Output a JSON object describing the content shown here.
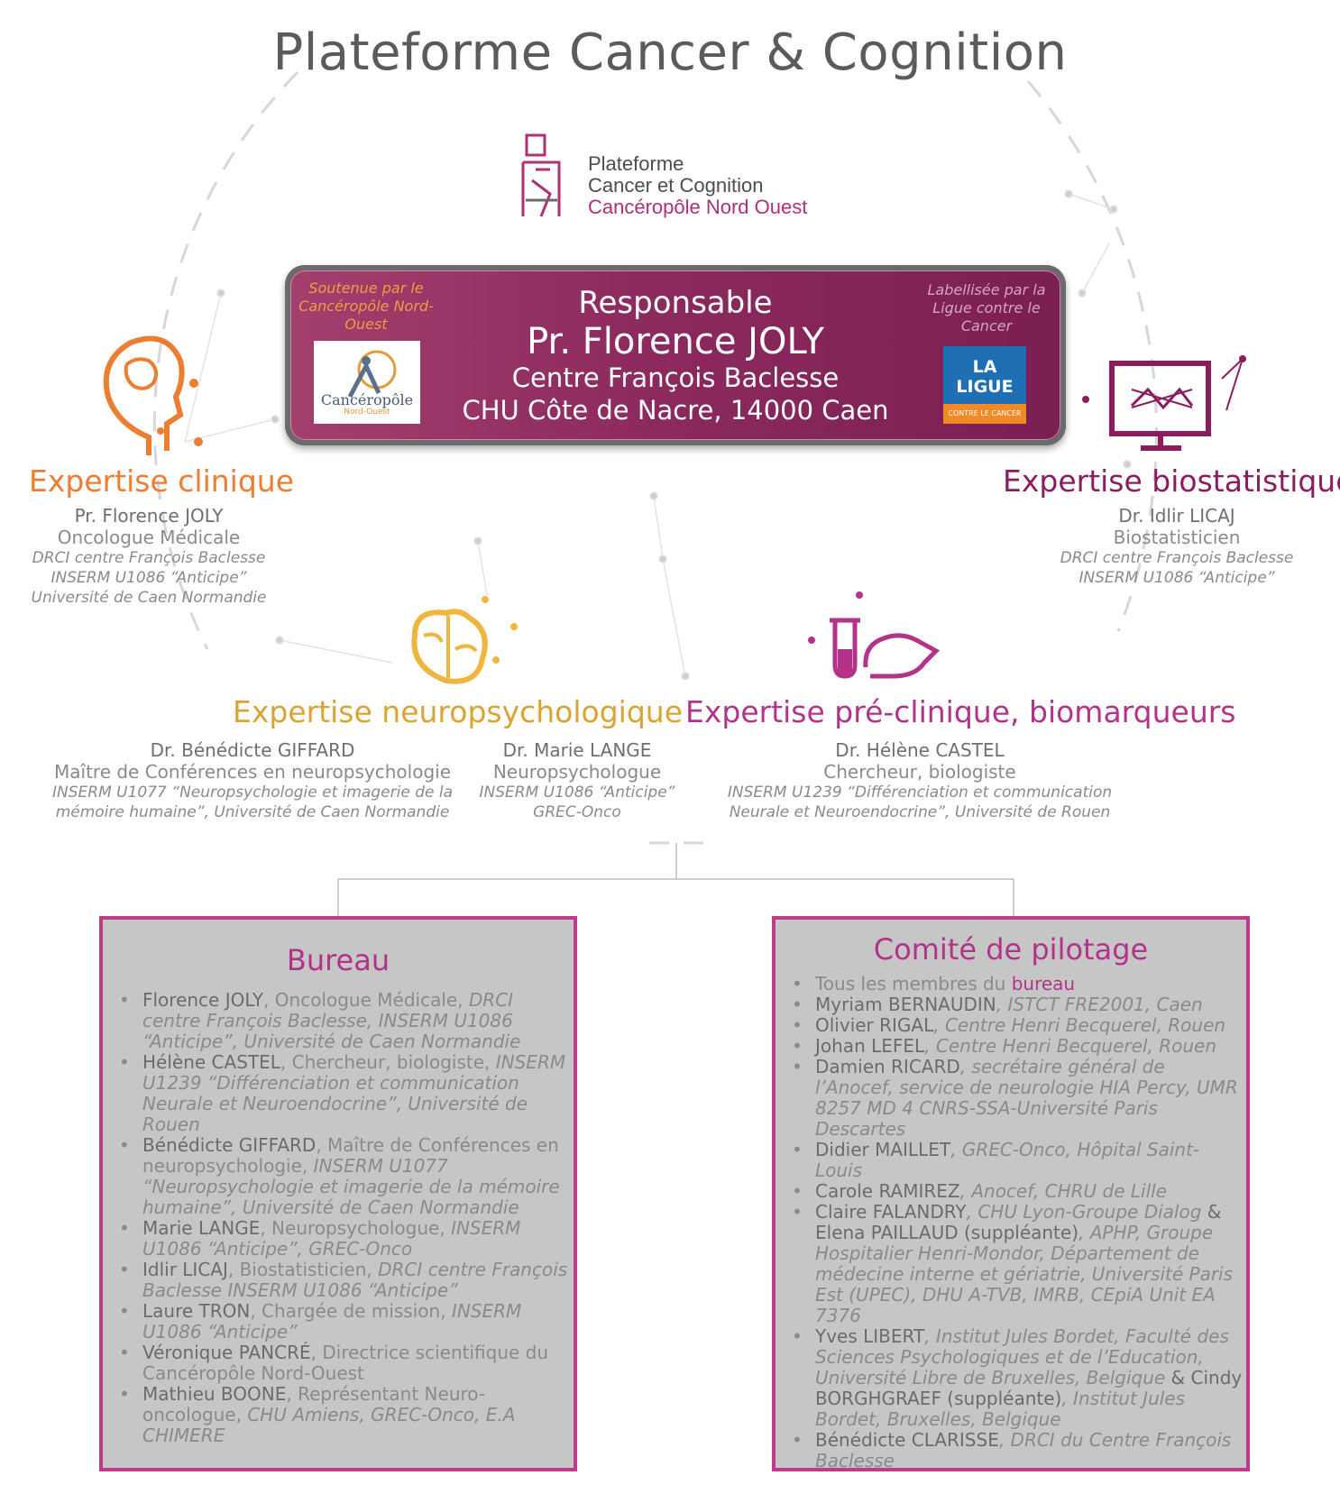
{
  "title": "Plateforme Cancer & Cognition",
  "logo": {
    "line1": "Plateforme",
    "line2": "Cancer et Cognition",
    "line3": "Cancéropôle Nord Ouest"
  },
  "responsable": {
    "heading": "Responsable",
    "name": "Pr.  Florence JOLY",
    "line1": "Centre François Baclesse",
    "line2": "CHU Côte de Nacre, 14000 Caen",
    "support_text": "Soutenue par le Cancéropôle Nord-Ouest",
    "support_logo_text": "Cancéropôle",
    "support_logo_sub": "Nord-Ouest",
    "label_text": "Labellisée par la Ligue contre le Cancer",
    "label_logo_text": "LA LIGUE",
    "label_logo_sub": "CONTRE LE CANCER"
  },
  "expertises": {
    "clinique": {
      "title": "Expertise clinique",
      "name": "Pr. Florence JOLY",
      "role": "Oncologue Médicale",
      "aff1": "DRCI centre François Baclesse",
      "aff2": "INSERM U1086 “Anticipe”",
      "aff3": "Université de Caen Normandie"
    },
    "biostat": {
      "title": "Expertise biostatistique",
      "name": "Dr. Idlir LICAJ",
      "role": "Biostatisticien",
      "aff1": "DRCI centre François Baclesse",
      "aff2": "INSERM U1086 “Anticipe”"
    },
    "neuropsy": {
      "title": "Expertise neuropsychologique",
      "p1_name": "Dr. Bénédicte GIFFARD",
      "p1_role": "Maître de Conférences en neuropsychologie",
      "p1_aff1": "INSERM U1077 “Neuropsychologie et imagerie de la",
      "p1_aff2": "mémoire humaine”, Université de Caen Normandie",
      "p2_name": "Dr. Marie LANGE",
      "p2_role": "Neuropsychologue",
      "p2_aff1": "INSERM U1086 “Anticipe”",
      "p2_aff2": "GREC-Onco"
    },
    "preclinique": {
      "title": "Expertise pré-clinique, biomarqueurs",
      "name": "Dr. Hélène CASTEL",
      "role": "Chercheur, biologiste",
      "aff1": "INSERM U1239 “Différenciation et communication",
      "aff2": "Neurale et Neuroendocrine”, Université de Rouen"
    }
  },
  "bureau": {
    "title": "Bureau",
    "members": [
      {
        "name": "Florence JOLY",
        "role": ", Oncologue Médicale, ",
        "aff": "DRCI centre François Baclesse, INSERM U1086 “Anticipe”, Université de Caen Normandie"
      },
      {
        "name": "Hélène CASTEL",
        "role": ", Chercheur, biologiste, ",
        "aff": "INSERM U1239 “Différenciation et communication Neurale et Neuroendocrine”, Université de Rouen"
      },
      {
        "name": "Bénédicte GIFFARD",
        "role": ", Maître de Conférences en neuropsychologie, ",
        "aff": "INSERM U1077 “Neuropsychologie et imagerie de la mémoire humaine”, Université de Caen Normandie"
      },
      {
        "name": "Marie LANGE",
        "role": ", Neuropsychologue, ",
        "aff": "INSERM U1086 “Anticipe”, GREC-Onco"
      },
      {
        "name": "Idlir LICAJ",
        "role": ", Biostatisticien, ",
        "aff": "DRCI centre François Baclesse INSERM U1086 “Anticipe”"
      },
      {
        "name": "Laure TRON",
        "role": ", Chargée de mission, ",
        "aff": "INSERM U1086 “Anticipe”"
      },
      {
        "name": "Véronique PANCRÉ",
        "role": ", Directrice scientifique du Cancéropôle Nord-Ouest",
        "aff": ""
      },
      {
        "name": "Mathieu BOONE",
        "role": ", Représentant Neuro-oncologue, ",
        "aff": "CHU Amiens, GREC-Onco, E.A CHIMERE"
      }
    ]
  },
  "comite": {
    "title": "Comité de pilotage",
    "first_text": "Tous les membres du ",
    "first_highlight": "bureau",
    "members": [
      {
        "name": "Myriam BERNAUDIN",
        "aff": ", ISTCT FRE2001, Caen"
      },
      {
        "name": "Olivier RIGAL",
        "aff": ", Centre Henri Becquerel, Rouen"
      },
      {
        "name": "Johan LEFEL",
        "aff": ", Centre Henri Becquerel, Rouen"
      },
      {
        "name": "Damien RICARD",
        "aff": ", secrétaire général de l’Anocef, service de neurologie HIA Percy, UMR 8257 MD 4 CNRS-SSA-Université Paris Descartes"
      },
      {
        "name": "Didier MAILLET",
        "aff": ", GREC-Onco, Hôpital Saint-Louis"
      },
      {
        "name": "Carole RAMIREZ",
        "aff": ", Anocef, CHRU de Lille"
      },
      {
        "name": "Claire FALANDRY",
        "aff": ", CHU Lyon-Groupe Dialog",
        "extra1": " & Elena PAILLAUD (suppléante)",
        "extra2": ", APHP, Groupe Hospitalier Henri-Mondor, Département de médecine interne et gériatrie, Université Paris Est (UPEC), DHU A-TVB, IMRB, CEpiA Unit EA 7376"
      },
      {
        "name": "Yves LIBERT",
        "aff": ", Institut Jules Bordet, Faculté des Sciences Psychologiques et de l’Education, Université Libre de Bruxelles, Belgique",
        "extra1": " & Cindy BORGHGRAEF (suppléante)",
        "extra2": ", Institut Jules Bordet, Bruxelles, Belgique"
      },
      {
        "name": "Bénédicte CLARISSE",
        "aff": ", DRCI du Centre François Baclesse"
      }
    ]
  },
  "colors": {
    "orange": "#ec7d31",
    "gold": "#d9a431",
    "purple": "#8b1d5e",
    "magenta": "#b3338a",
    "panel_bg": "#c6c6c6",
    "panel_border": "#bc3c8b"
  }
}
